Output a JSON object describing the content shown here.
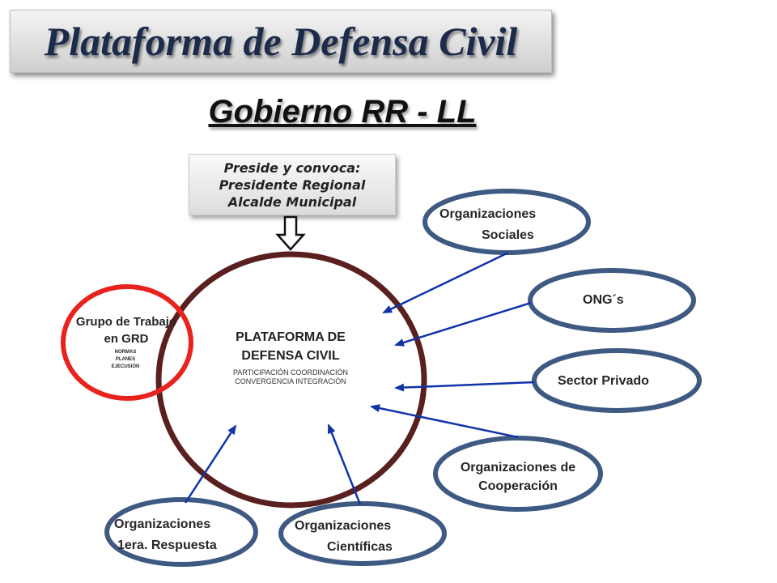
{
  "header": {
    "title": "Plataforma de Defensa Civil",
    "subtitle": "Gobierno RR - LL"
  },
  "preside": {
    "lines": [
      "Preside y convoca:",
      "Presidente Regional",
      "Alcalde Municipal"
    ]
  },
  "center": {
    "title_lines": [
      "PLATAFORMA DE",
      "DEFENSA CIVIL"
    ],
    "subtitle_lines": [
      "PARTICIPACIÓN COORDINACIÓN",
      "CONVERGENCIA INTEGRACIÓN"
    ]
  },
  "grupo": {
    "title_lines": [
      "Grupo de Trabajo",
      "en GRD"
    ],
    "items": [
      "NORMAS",
      "PLANES",
      "EJECUSIÓN"
    ]
  },
  "nodes": [
    {
      "id": "org-sociales",
      "lines": [
        "Organizaciones",
        "Sociales"
      ]
    },
    {
      "id": "ongs",
      "lines": [
        "ONG´s"
      ]
    },
    {
      "id": "sector-privado",
      "lines": [
        "Sector Privado"
      ]
    },
    {
      "id": "org-cooperacion",
      "lines": [
        "Organizaciones de",
        "Cooperación"
      ]
    },
    {
      "id": "org-cientificas",
      "lines": [
        "Organizaciones",
        "Científicas"
      ]
    },
    {
      "id": "org-respuesta",
      "lines": [
        "Organizaciones",
        "1era. Respuesta"
      ]
    }
  ],
  "colors": {
    "node_border": "#3f5a82",
    "center_border": "#5a2020",
    "grupo_border": "#e8231e",
    "arrow": "#1133aa"
  }
}
